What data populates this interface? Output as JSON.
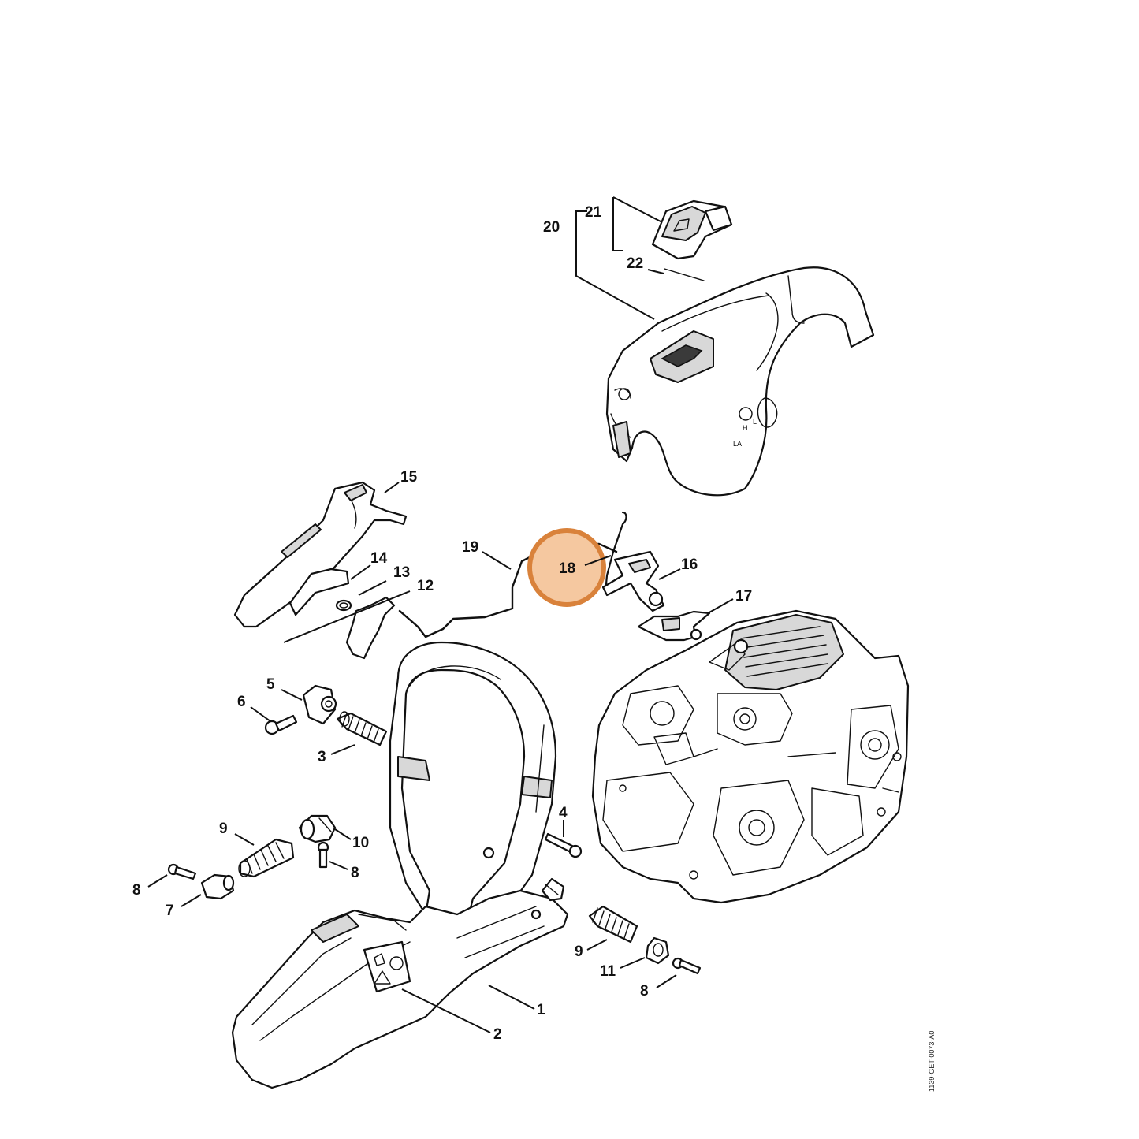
{
  "diagram": {
    "drawing_code": "1139-GET-0073-A0",
    "cover_marks": [
      "H",
      "L",
      "LA"
    ],
    "highlight": {
      "part": "18",
      "color": "#f5c8a0",
      "ring_color": "#d9823b"
    },
    "labels": [
      "20",
      "21",
      "22",
      "15",
      "14",
      "13",
      "12",
      "19",
      "18",
      "16",
      "17",
      "5",
      "6",
      "3",
      "4",
      "9",
      "10",
      "8",
      "8",
      "7",
      "9",
      "11",
      "8",
      "1",
      "2"
    ]
  }
}
